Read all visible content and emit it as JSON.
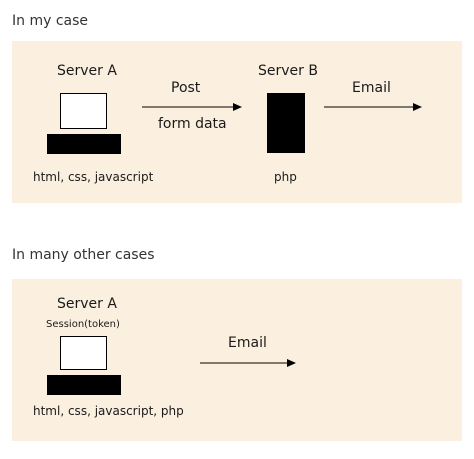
{
  "section1": {
    "heading": "In my case",
    "server_a": {
      "title": "Server A",
      "tech": "html, css, javascript",
      "icon": "computer-icon"
    },
    "arrow_post": {
      "label_top": "Post",
      "label_bottom": "form data"
    },
    "server_b": {
      "title": "Server B",
      "tech": "php",
      "icon": "server-tower-icon"
    },
    "arrow_email": {
      "label": "Email"
    }
  },
  "section2": {
    "heading": "In many other cases",
    "server_a": {
      "title": "Server A",
      "subtitle": "Session(token)",
      "tech": "html, css, javascript, php",
      "icon": "computer-icon"
    },
    "arrow_email": {
      "label": "Email"
    }
  },
  "colors": {
    "panel_background": "#fbf0df",
    "device": "#000000",
    "screen": "#ffffff"
  }
}
